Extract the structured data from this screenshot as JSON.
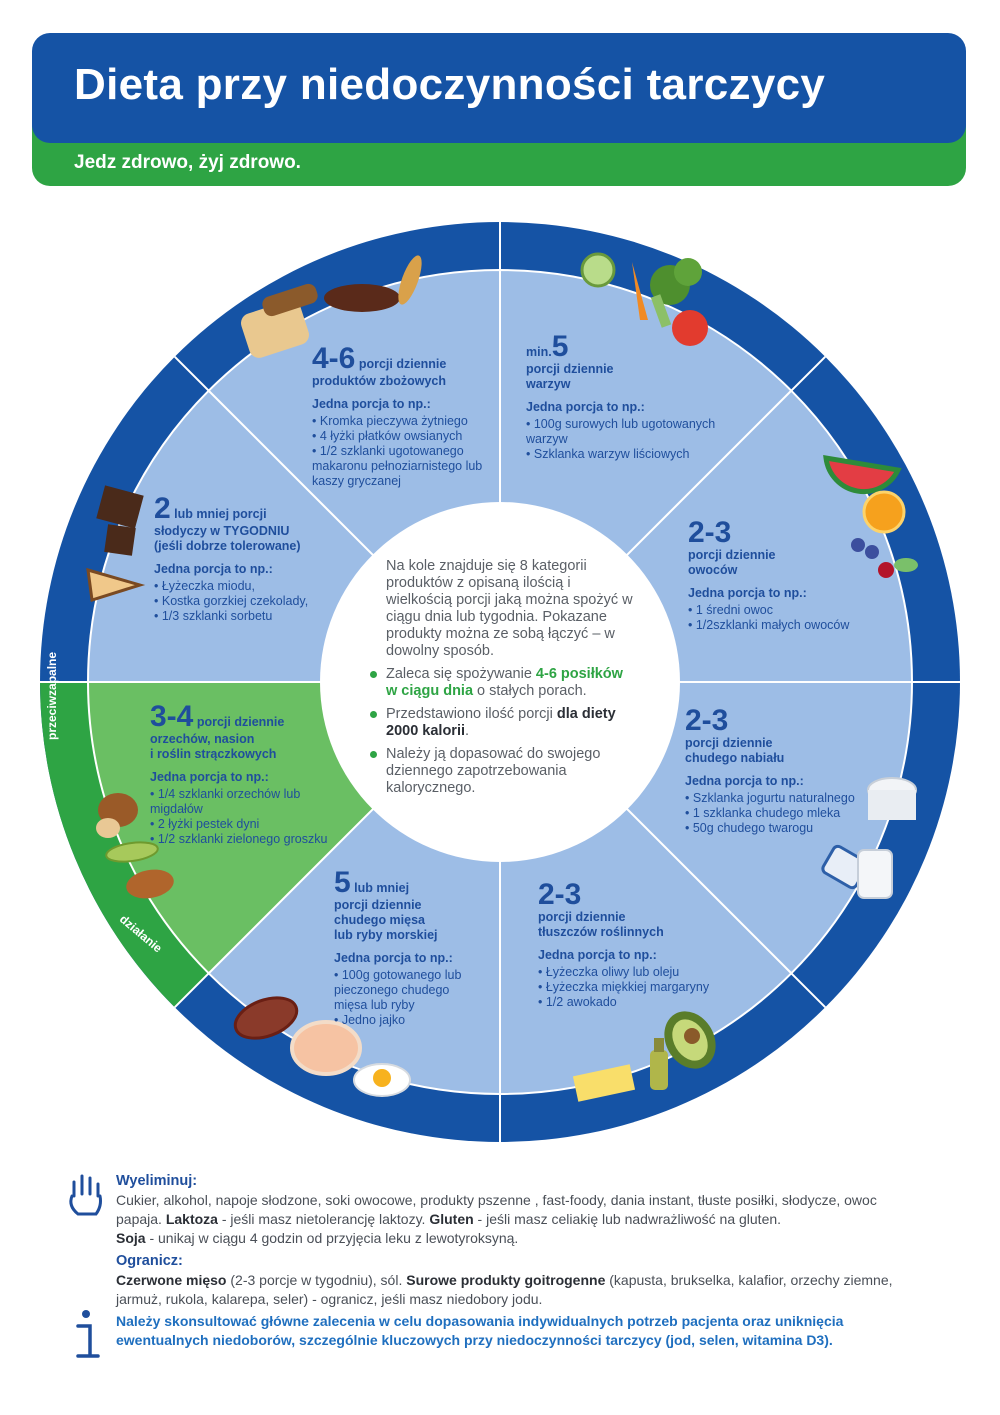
{
  "header": {
    "title": "Dieta przy niedoczynności tarczycy",
    "subtitle": "Jedz zdrowo, żyj zdrowo."
  },
  "colors": {
    "blue": "#1553a5",
    "green": "#2ea444",
    "segment": "#9dbde6",
    "segment_green": "#6abf63"
  },
  "segments": {
    "grains": {
      "big": "4-6",
      "head1": "porcji dziennie",
      "head2": "produktów zbożowych",
      "portion_label": "Jedna porcja to np.:",
      "items": [
        "Kromka pieczywa żytniego",
        "4 łyżki płatków owsianych",
        "1/2 szklanki ugotowanego makaronu pełnoziarnistego lub kaszy gryczanej"
      ]
    },
    "vegetables": {
      "min": "min.",
      "big": "5",
      "head1": "porcji dziennie",
      "head2": "warzyw",
      "portion_label": "Jedna porcja to np.:",
      "items": [
        "100g surowych lub ugotowanych warzyw",
        "Szklanka warzyw liściowych"
      ]
    },
    "sweets": {
      "big": "2",
      "head1": "lub mniej porcji",
      "head2": "słodyczy w TYGODNIU",
      "head3": "(jeśli dobrze tolerowane)",
      "portion_label": "Jedna porcja to np.:",
      "items": [
        "Łyżeczka miodu,",
        "Kostka gorzkiej czekolady,",
        "1/3 szklanki sorbetu"
      ]
    },
    "fruits": {
      "big": "2-3",
      "head1": "porcji dziennie",
      "head2": "owoców",
      "portion_label": "Jedna porcja to np.:",
      "items": [
        "1 średni owoc",
        "1/2szklanki małych owoców"
      ]
    },
    "nuts": {
      "big": "3-4",
      "head1": "porcji dziennie",
      "head2": "orzechów, nasion",
      "head3": "i roślin strączkowych",
      "portion_label": "Jedna porcja to np.:",
      "items": [
        "1/4 szklanki orzechów lub migdałów",
        "2 łyżki pestek dyni",
        "1/2 szklanki zielonego groszku"
      ],
      "side_top": "przeciwzapalne",
      "side_bottom": "działanie"
    },
    "dairy": {
      "big": "2-3",
      "head1": "porcji dziennie",
      "head2": "chudego nabiału",
      "portion_label": "Jedna porcja to np.:",
      "items": [
        "Szklanka jogurtu naturalnego",
        "1 szklanka chudego mleka",
        "50g chudego twarogu"
      ]
    },
    "meat": {
      "big": "5",
      "head1": "lub mniej",
      "head2": "porcji dziennie",
      "head3": "chudego mięsa",
      "head4": "lub ryby morskiej",
      "portion_label": "Jedna porcja to np.:",
      "items": [
        "100g gotowanego lub pieczonego chudego mięsa lub ryby",
        "Jedno jajko"
      ]
    },
    "fats": {
      "big": "2-3",
      "head1": "porcji dziennie",
      "head2": "tłuszczów roślinnych",
      "portion_label": "Jedna porcja to np.:",
      "items": [
        "Łyżeczka oliwy lub oleju",
        "Łyżeczka miękkiej margaryny",
        "1/2 awokado"
      ]
    }
  },
  "center": {
    "intro": "Na kole znajduje się 8 kategorii produktów z opisaną ilością i wielkością porcji jaką można spożyć w ciągu dnia lub tygodnia. Pokazane produkty można ze sobą łączyć – w dowolny sposób.",
    "b1_pre": "Zaleca się spożywanie ",
    "b1_hl": "4-6 posiłków w ciągu dnia",
    "b1_post": " o stałych porach.",
    "b2_pre": "Przedstawiono ilość porcji ",
    "b2_hl": "dla diety 2000 kalorii",
    "b2_post": ".",
    "b3": "Należy ją dopasować do swojego dziennego zapotrzebowania kalorycznego."
  },
  "footer": {
    "eliminate_title": "Wyeliminuj:",
    "eliminate_1": "Cukier, alkohol, napoje słodzone, soki owocowe, produkty pszenne , fast-foody, dania instant, tłuste posiłki, słodycze, owoc papaja. ",
    "lactose": "Laktoza",
    "lactose_txt": " - jeśli masz nietolerancję laktozy. ",
    "gluten": "Gluten",
    "gluten_txt": " - jeśli masz celiakię lub nadwrażliwość na gluten.",
    "soy": "Soja",
    "soy_txt": " - unikaj w ciągu 4 godzin od przyjęcia leku z lewotyroksyną.",
    "limit_title": "Ogranicz:",
    "red_meat": "Czerwone mięso",
    "red_meat_txt": " (2-3 porcje w tygodniu), sól. ",
    "goitrogens": "Surowe produkty goitrogenne",
    "goitrogens_txt": " (kapusta, brukselka, kalafior, orzechy ziemne, jarmuż, rukola, kalarepa, seler) - ogranicz, jeśli masz niedobory jodu.",
    "info": "Należy skonsultować główne zalecenia w celu dopasowania indywidualnych potrzeb pacjenta oraz uniknięcia ewentualnych niedoborów, szczególnie kluczowych przy niedoczynności tarczycy (jod, selen, witamina D3)."
  }
}
